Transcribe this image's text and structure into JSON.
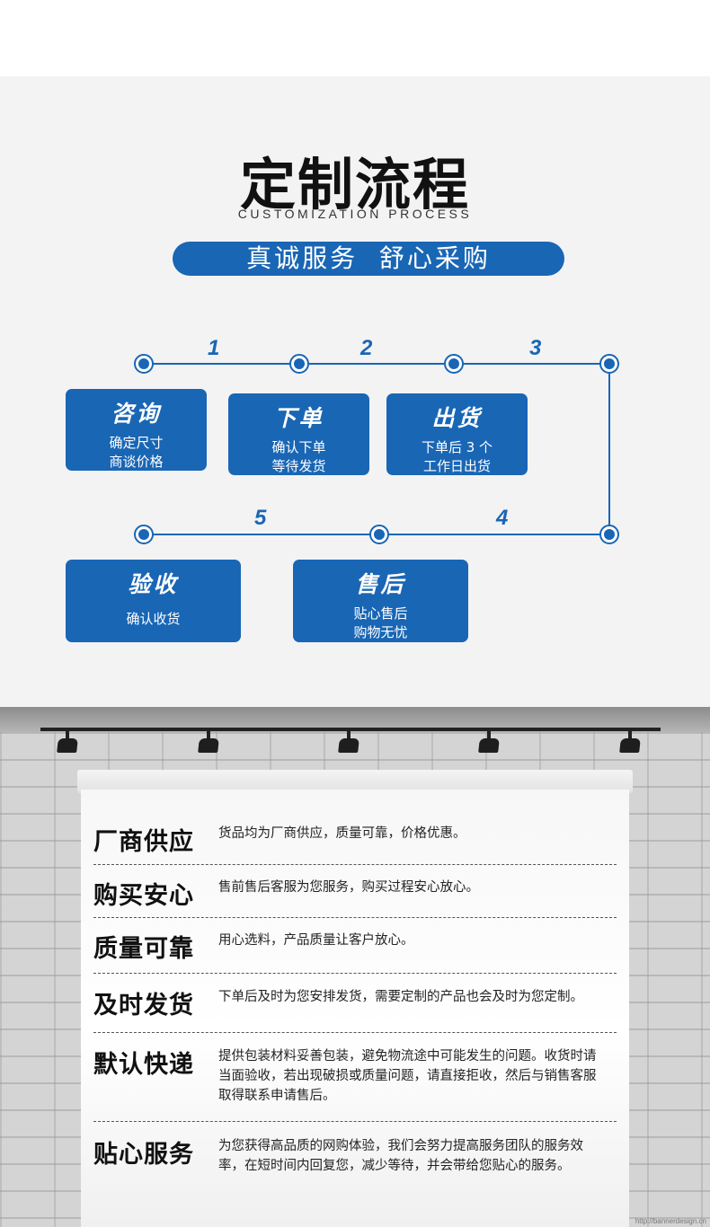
{
  "header": {
    "title": "定制流程",
    "subtitle": "CUSTOMIZATION PROCESS",
    "slogan": "真诚服务  舒心采购"
  },
  "accent_color": "#1966b5",
  "process": {
    "step_numbers": [
      "1",
      "2",
      "3",
      "4",
      "5"
    ],
    "steps": [
      {
        "title": "咨询",
        "desc_lines": [
          "确定尺寸",
          "商谈价格"
        ]
      },
      {
        "title": "下单",
        "desc_lines": [
          "确认下单",
          "等待发货"
        ]
      },
      {
        "title": "出货",
        "desc_lines": [
          "下单后 3 个",
          "工作日出货"
        ]
      },
      {
        "title": "售后",
        "desc_lines": [
          "贴心售后",
          "购物无忧"
        ]
      },
      {
        "title": "验收",
        "desc_lines": [
          "确认收货"
        ]
      }
    ]
  },
  "services": [
    {
      "title": "厂商供应",
      "desc": "货品均为厂商供应，质量可靠，价格优惠。"
    },
    {
      "title": "购买安心",
      "desc": "售前售后客服为您服务，购买过程安心放心。"
    },
    {
      "title": "质量可靠",
      "desc": "用心选料，产品质量让客户放心。"
    },
    {
      "title": "及时发货",
      "desc": "下单后及时为您安排发货，需要定制的产品也会及时为您定制。"
    },
    {
      "title": "默认快递",
      "desc": "提供包装材料妥善包装，避免物流途中可能发生的问题。收货时请当面验收，若出现破损或质量问题，请直接拒收，然后与销售客服取得联系申请售后。"
    },
    {
      "title": "贴心服务",
      "desc": "为您获得高品质的网购体验，我们会努力提高服务团队的服务效率，在短时间内回复您，减少等待，并会带给您贴心的服务。"
    }
  ],
  "watermark": "http://bannerdesign.cn"
}
